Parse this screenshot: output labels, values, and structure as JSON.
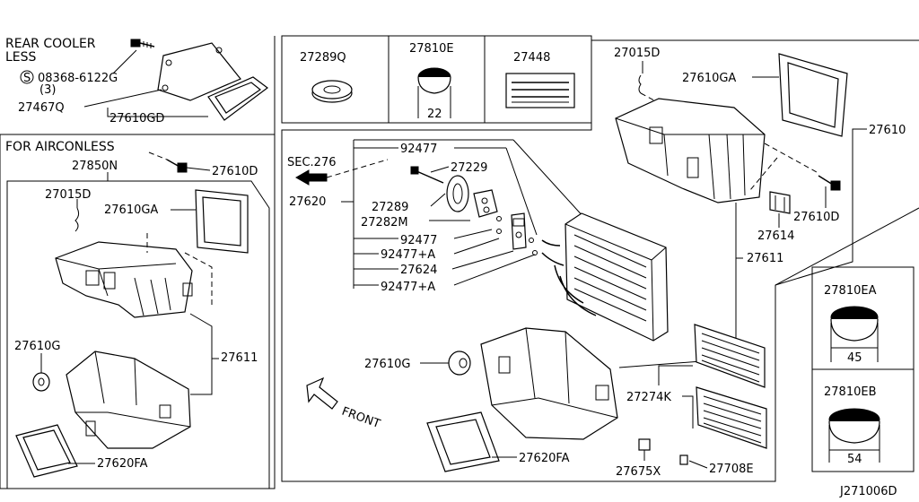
{
  "sections": {
    "rear_cooler_less": {
      "title_line1": "REAR COOLER",
      "title_line2": "LESS",
      "screw_symbol": "S",
      "screw_part": "08368-6122G",
      "screw_qty": "(3)",
      "cover_part": "27467Q",
      "seal_part": "27610GD"
    },
    "for_airconless": {
      "title": "FOR AIRCONLESS",
      "assembly_part": "27850N",
      "screw_part": "27610D",
      "clip_part": "27015D",
      "seal_part": "27610GA",
      "case_part": "27611",
      "plug_part": "27610G",
      "lower_seal_part": "27620FA"
    },
    "top_parts": {
      "grommet": "27289Q",
      "plug": "27810E",
      "plug_size": "22",
      "label": "27448"
    },
    "main": {
      "sec_ref": "SEC.276",
      "unit_part": "27620",
      "callouts": [
        "92477",
        "27229",
        "27289",
        "27282M",
        "92477",
        "92477+A",
        "27624",
        "92477+A"
      ],
      "upper_clip": "27015D",
      "upper_seal": "27610GA",
      "assembly_part": "27610",
      "screw_part": "27610D",
      "bracket_part": "27614",
      "case_part": "27611",
      "plug_part": "27610G",
      "front_label": "FRONT",
      "filter_part": "27274K",
      "lower_seal_part": "27620FA",
      "clip_a": "27675X",
      "clip_b": "27708E"
    },
    "plugs": {
      "plug_a": "27810EA",
      "plug_a_size": "45",
      "plug_b": "27810EB",
      "plug_b_size": "54"
    },
    "diagram_id": "J271006D"
  }
}
